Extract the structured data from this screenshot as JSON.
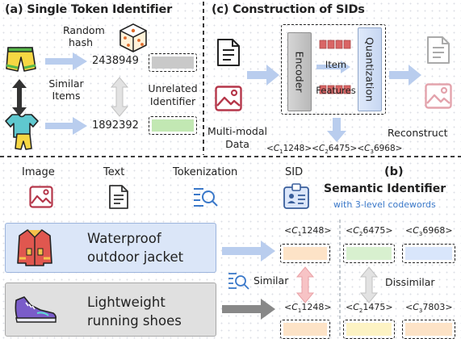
{
  "panel_a": {
    "title": "(a) Single Token Identifier",
    "random_hash": "Random hash",
    "id_1": "2438949",
    "id_2": "1892392",
    "similar_items": "Similar Items",
    "unrelated_identifier": "Unrelated Identifier"
  },
  "panel_c": {
    "title": "(c) Construction of SIDs",
    "multimodal_data": "Multi-modal Data",
    "encoder": "Encoder",
    "item_features": "Item Features",
    "quantization": "Quantization",
    "reconstruct": "Reconstruct",
    "sid_codes": [
      "C",
      "1",
      "1248",
      "C",
      "2",
      "6475",
      "C",
      "3",
      "6968"
    ]
  },
  "panel_b": {
    "title": "Semantic Identifier",
    "tag": "(b)",
    "subtitle": "with 3-level codewords",
    "legend": {
      "image": "Image",
      "text": "Text",
      "tokenization": "Tokenization",
      "sid": "SID"
    },
    "item_1": "Waterproof outdoor jacket",
    "item_2": "Lightweight running shoes",
    "similar": "Similar",
    "dissimilar": "Dissimilar",
    "row1_codes": [
      {
        "letter": "C",
        "sub": "1",
        "num": "1248"
      },
      {
        "letter": "C",
        "sub": "2",
        "num": "6475"
      },
      {
        "letter": "C",
        "sub": "3",
        "num": "6968"
      }
    ],
    "row2_codes": [
      {
        "letter": "C",
        "sub": "1",
        "num": "1248"
      },
      {
        "letter": "C",
        "sub": "2",
        "num": "1475"
      },
      {
        "letter": "C",
        "sub": "3",
        "num": "7803"
      }
    ],
    "colors": {
      "orange": "#fde3c7",
      "green": "#d8f0cf",
      "blue": "#d9e6fb",
      "grey": "#dddddd"
    }
  }
}
